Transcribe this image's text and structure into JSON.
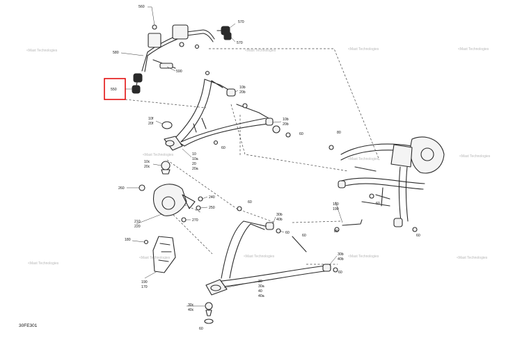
{
  "figure_code": "30FE301",
  "highlight": {
    "label": "550",
    "color": "#e00000"
  },
  "watermark": "<Mast Technologies",
  "callouts": [
    {
      "id": "560",
      "text": "560"
    },
    {
      "id": "570a",
      "text": "570"
    },
    {
      "id": "570b",
      "text": "570"
    },
    {
      "id": "580",
      "text": "580"
    },
    {
      "id": "590",
      "text": "590"
    },
    {
      "id": "550",
      "text": "550"
    },
    {
      "id": "10b-20b-top-a",
      "text": "10b"
    },
    {
      "id": "10b-20b-top-b",
      "text": "20b"
    },
    {
      "id": "10b-20b-mid-a",
      "text": "10b"
    },
    {
      "id": "10b-20b-mid-b",
      "text": "20b"
    },
    {
      "id": "10f-a",
      "text": "10f"
    },
    {
      "id": "10f-b",
      "text": "20f"
    },
    {
      "id": "60-a",
      "text": "60"
    },
    {
      "id": "10-a",
      "text": "10"
    },
    {
      "id": "10-b",
      "text": "10a"
    },
    {
      "id": "10-c",
      "text": "20"
    },
    {
      "id": "10-d",
      "text": "20a"
    },
    {
      "id": "60-b",
      "text": "60"
    },
    {
      "id": "10c-a",
      "text": "10c"
    },
    {
      "id": "10c-b",
      "text": "20c"
    },
    {
      "id": "260",
      "text": "260"
    },
    {
      "id": "240",
      "text": "240"
    },
    {
      "id": "250",
      "text": "250"
    },
    {
      "id": "210-a",
      "text": "210"
    },
    {
      "id": "210-b",
      "text": "220"
    },
    {
      "id": "270",
      "text": "270"
    },
    {
      "id": "60-c",
      "text": "60"
    },
    {
      "id": "30b-a",
      "text": "30b"
    },
    {
      "id": "30b-b",
      "text": "40b"
    },
    {
      "id": "60-d",
      "text": "60"
    },
    {
      "id": "180-a",
      "text": "180"
    },
    {
      "id": "190-a",
      "text": "190"
    },
    {
      "id": "190-b",
      "text": "170"
    },
    {
      "id": "60-e",
      "text": "60"
    },
    {
      "id": "30b-c",
      "text": "30b"
    },
    {
      "id": "30b-d",
      "text": "40b"
    },
    {
      "id": "60-f",
      "text": "60"
    },
    {
      "id": "30-a",
      "text": "30"
    },
    {
      "id": "30-b",
      "text": "30a"
    },
    {
      "id": "30-c",
      "text": "40"
    },
    {
      "id": "30-d",
      "text": "40a"
    },
    {
      "id": "30c-a",
      "text": "30c"
    },
    {
      "id": "30c-b",
      "text": "40c"
    },
    {
      "id": "60-g",
      "text": "60"
    },
    {
      "id": "80",
      "text": "80"
    },
    {
      "id": "180-b",
      "text": "180"
    },
    {
      "id": "190-c",
      "text": "190"
    },
    {
      "id": "60-h",
      "text": "60"
    },
    {
      "id": "80-b",
      "text": "80"
    },
    {
      "id": "60-i",
      "text": "60"
    }
  ]
}
